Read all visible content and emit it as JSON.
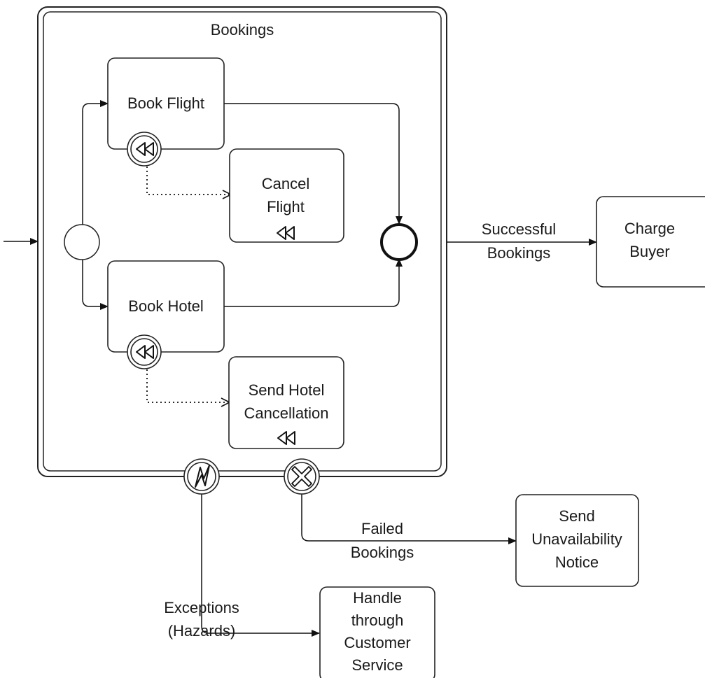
{
  "subprocess": {
    "title": "Bookings"
  },
  "tasks": {
    "book_flight": "Book Flight",
    "book_hotel": "Book Hotel",
    "cancel_flight": [
      "Cancel",
      "Flight"
    ],
    "send_hotel_cancellation": [
      "Send Hotel",
      "Cancellation"
    ],
    "charge_buyer": [
      "Charge",
      "Buyer"
    ],
    "send_unavailability_notice": [
      "Send",
      "Unavailability",
      "Notice"
    ],
    "handle_customer_service": [
      "Handle",
      "through",
      "Customer",
      "Service"
    ]
  },
  "flows": {
    "successful": [
      "Successful",
      "Bookings"
    ],
    "failed": [
      "Failed",
      "Bookings"
    ],
    "exceptions": [
      "Exceptions",
      "(Hazards)"
    ]
  },
  "icons": {
    "compensation": "compensation-icon",
    "error": "error-icon",
    "cancel": "cancel-icon"
  }
}
